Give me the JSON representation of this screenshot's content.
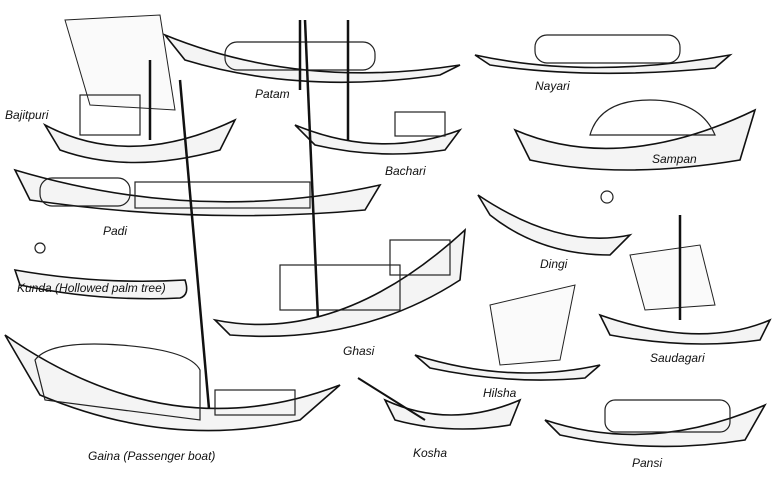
{
  "title": "Traditional boats of Bangladesh",
  "boats": [
    {
      "name": "Bajitpuri"
    },
    {
      "name": "Patam"
    },
    {
      "name": "Nayari"
    },
    {
      "name": "Bachari"
    },
    {
      "name": "Sampan"
    },
    {
      "name": "Padi"
    },
    {
      "name": "Dingi"
    },
    {
      "name": "Kunda (Hollowed palm tree)"
    },
    {
      "name": "Ghasi"
    },
    {
      "name": "Saudagari"
    },
    {
      "name": "Hilsha"
    },
    {
      "name": "Gaina (Passenger boat)"
    },
    {
      "name": "Kosha"
    },
    {
      "name": "Pansi"
    }
  ]
}
